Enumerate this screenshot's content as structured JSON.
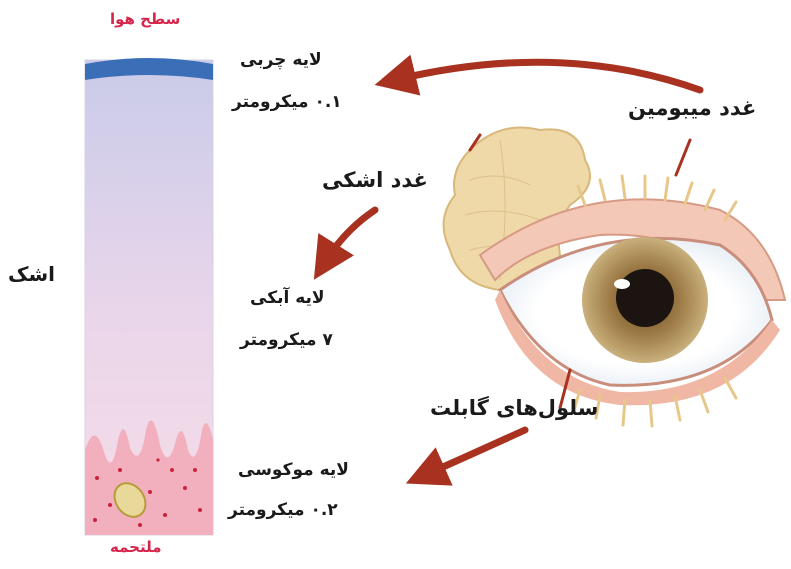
{
  "column": {
    "top_label": "سطح هوا",
    "bottom_label": "ملتحمه",
    "side_label": "اشک"
  },
  "layers": [
    {
      "name": "لایه چربی",
      "thickness": "۰.۱ میکرومتر"
    },
    {
      "name": "لایه آبکی",
      "thickness": "۷ میکرومتر"
    },
    {
      "name": "لایه موکوسی",
      "thickness": "۰.۲ میکرومتر"
    }
  ],
  "sources": {
    "meibomian": "غدد میبومین",
    "lacrimal": "غدد اشکی",
    "goblet": "سلول‌های گابلت"
  },
  "colors": {
    "lipid_layer": "#3a6fb8",
    "aqueous_top": "#c9cbe9",
    "aqueous_bottom": "#f6dce6",
    "mucin_tissue": "#f2b0bf",
    "arrow": "#a8321f",
    "highlight_text": "#d6244a"
  }
}
